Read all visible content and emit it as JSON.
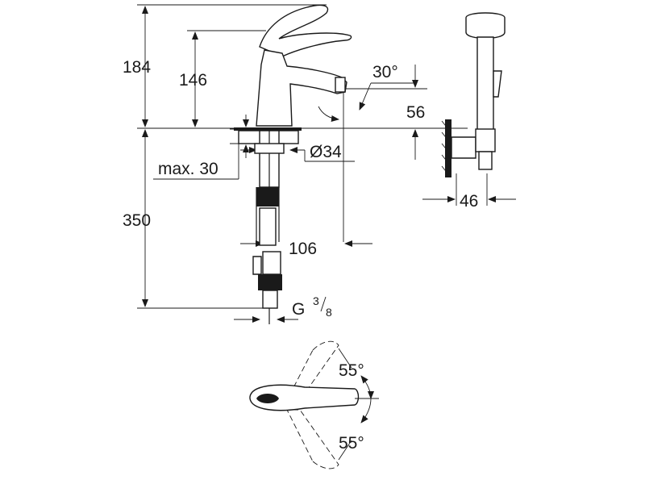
{
  "dimensions": {
    "height_total": "184",
    "height_spout": "146",
    "spout_angle": "30°",
    "spout_reach_height": "56",
    "hole_diameter": "Ø34",
    "max_counter_thickness": "max. 30",
    "hose_length": "350",
    "spout_projection": "106",
    "thread_main": "G",
    "thread_num": "3",
    "thread_den": "8",
    "shower_depth": "46",
    "lever_angle_top": "55°",
    "lever_angle_bottom": "55°"
  },
  "colors": {
    "line": "#1a1a1a",
    "background": "#ffffff"
  }
}
